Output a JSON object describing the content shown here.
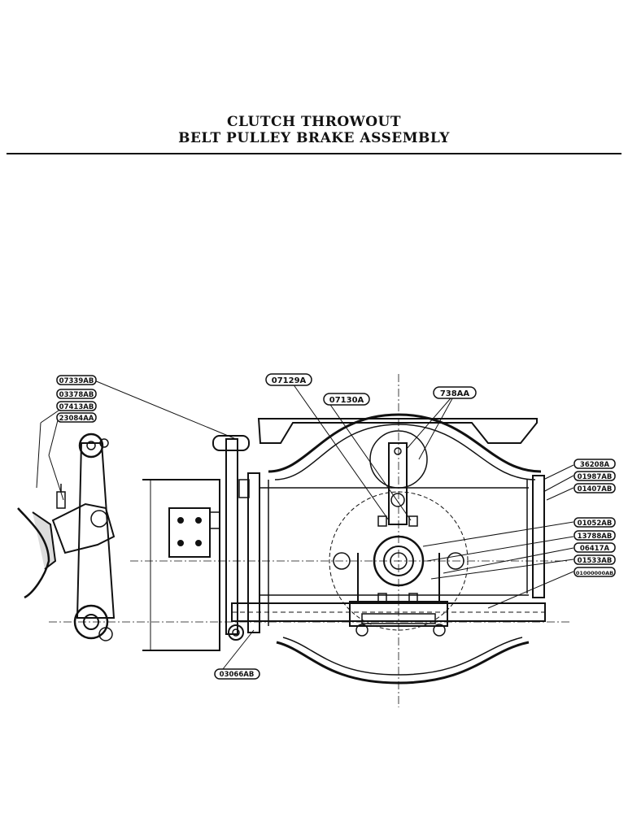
{
  "title": {
    "line1": "CLUTCH THROWOUT",
    "line2": "BELT PULLEY BRAKE ASSEMBLY"
  },
  "labels": {
    "p07129a": "07129A",
    "p07130a": "07130A",
    "p738aa": "738AA",
    "p07339ab": "07339AB",
    "p03378ab": "03378AB",
    "p07413ab": "07413AB",
    "p23084aa": "23084AA",
    "p36208a": "36208A",
    "p01987ab": "01987AB",
    "p01407ab": "01407AB",
    "p01052ab": "01052AB",
    "p13788ab": "13788AB",
    "p06417a": "06417A",
    "p01533ab": "01533AB",
    "p_extra": "01000000AB",
    "p03066ab": "03066AB"
  }
}
